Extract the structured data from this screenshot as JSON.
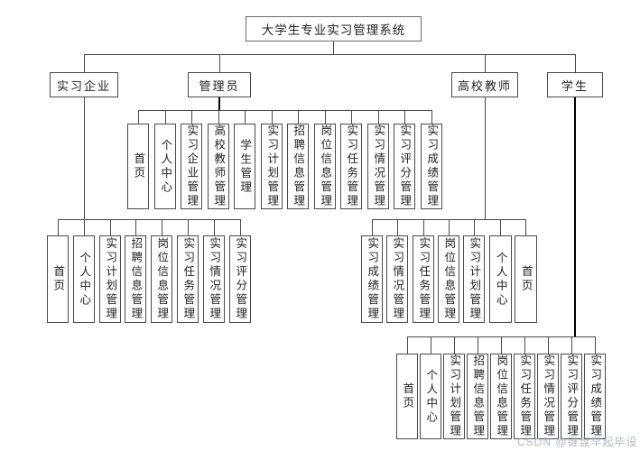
{
  "title": "大学生专业实习管理系统",
  "watermark": "CSDN @键盘早起毕设",
  "colors": {
    "line": "#4a4a4a",
    "thick_line": "#000000",
    "box_border": "#4a4a4a",
    "background": "#ffffff",
    "watermark": "#94a0b2"
  },
  "roles": {
    "enterprise": {
      "label": "实习企业",
      "children": [
        "首页",
        "个人中心",
        "实习计划管理",
        "招聘信息管理",
        "岗位信息管理",
        "实习任务管理",
        "实习情况管理",
        "实习评分管理"
      ]
    },
    "admin": {
      "label": "管理员",
      "children": [
        "首页",
        "个人中心",
        "实习企业管理",
        "高校教师管理",
        "学生管理",
        "实习计划管理",
        "招聘信息管理",
        "岗位信息管理",
        "实习任务管理",
        "实习情况管理",
        "实习评分管理",
        "实习成绩管理"
      ]
    },
    "teacher": {
      "label": "高校教师",
      "children": [
        "实习成绩管理",
        "实习情况管理",
        "实习任务管理",
        "岗位信息管理",
        "实习计划管理",
        "个人中心",
        "首页"
      ]
    },
    "student": {
      "label": "学生",
      "children": [
        "首页",
        "个人中心",
        "实习计划管理",
        "招聘信息管理",
        "岗位信息管理",
        "实习任务管理",
        "实习情况管理",
        "实习评分管理",
        "实习成绩管理"
      ]
    }
  }
}
